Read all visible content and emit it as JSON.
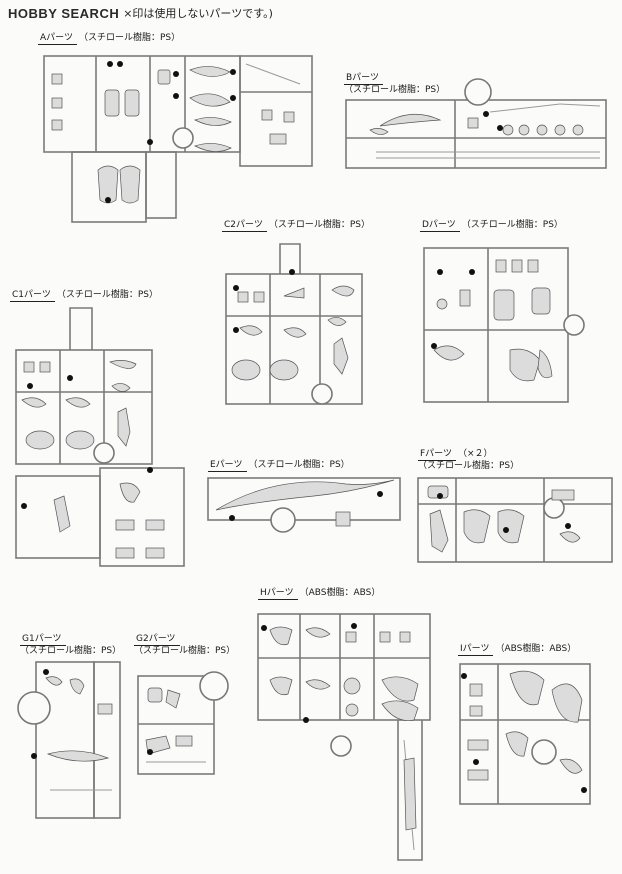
{
  "header": {
    "logo": "HOBBY SEARCH",
    "note": "×印は使用しないパーツです。)"
  },
  "parts": {
    "A": {
      "name": "Aパーツ",
      "material": "（スチロール樹脂：PS）"
    },
    "B": {
      "name": "Bパーツ",
      "material": "（スチロール樹脂：PS）"
    },
    "C2": {
      "name": "C2パーツ",
      "material": "（スチロール樹脂：PS）"
    },
    "D": {
      "name": "Dパーツ",
      "material": "（スチロール樹脂：PS）"
    },
    "C1": {
      "name": "C1パーツ",
      "material": "（スチロール樹脂：PS）"
    },
    "E": {
      "name": "Eパーツ",
      "material": "（スチロール樹脂：PS）"
    },
    "F": {
      "name": "Fパーツ",
      "count": "（×２）",
      "material": "（スチロール樹脂：PS）"
    },
    "H": {
      "name": "Hパーツ",
      "material": "（ABS樹脂：ABS）"
    },
    "G1": {
      "name": "G1パーツ",
      "material": "（スチロール樹脂：PS）"
    },
    "G2": {
      "name": "G2パーツ",
      "material": "（スチロール樹脂：PS）"
    },
    "I": {
      "name": "Iパーツ",
      "material": "（ABS樹脂：ABS）"
    }
  }
}
